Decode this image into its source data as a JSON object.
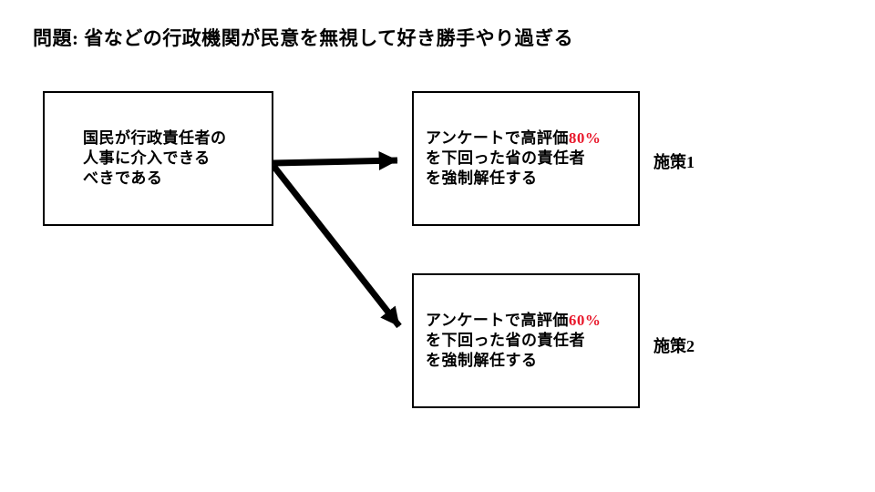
{
  "title": "問題: 省などの行政機関が民意を無視して好き勝手やり過ぎる",
  "claim_box": {
    "lines": [
      "国民が行政責任者の",
      "人事に介入できる",
      "べきである"
    ]
  },
  "policy1": {
    "line1_prefix": "アンケートで高評価",
    "line1_value": "80%",
    "line2": "を下回った省の責任者",
    "line3": "を強制解任する",
    "label": "施策1"
  },
  "policy2": {
    "line1_prefix": "アンケートで高評価",
    "line1_value": "60%",
    "line2": "を下回った省の責任者",
    "line3": "を強制解任する",
    "label": "施策2"
  },
  "colors": {
    "highlight": "#e8192c",
    "line": "#000000",
    "border": "#000000",
    "background": "#ffffff"
  }
}
